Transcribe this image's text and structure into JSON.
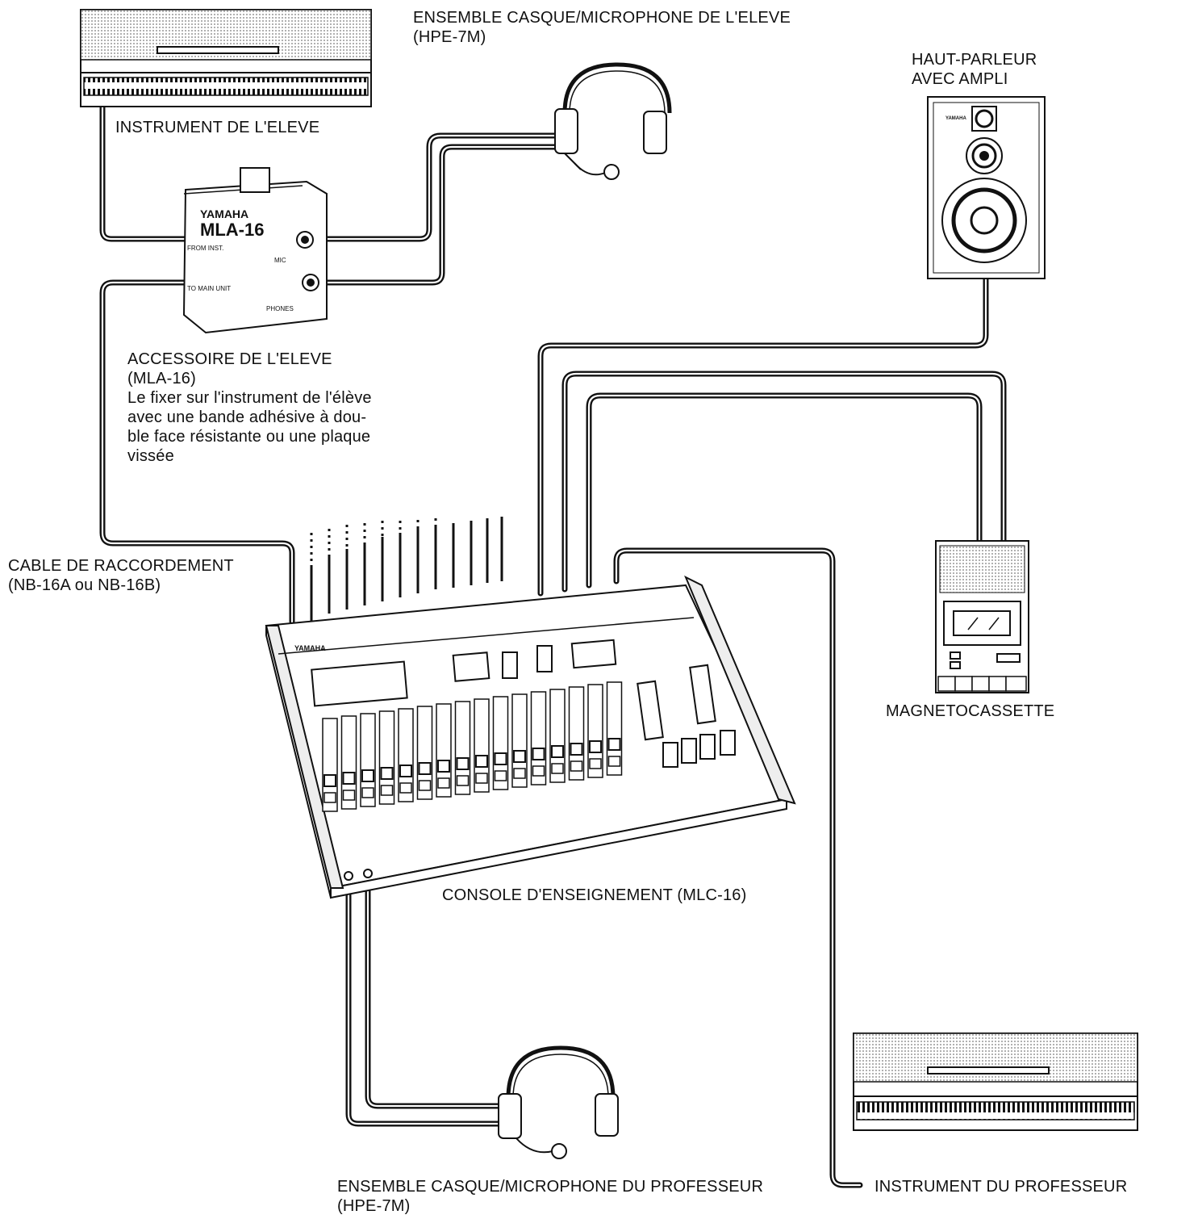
{
  "labels": {
    "student_headset": [
      "ENSEMBLE CASQUE/MICROPHONE DE L'ELEVE",
      "(HPE-7M)"
    ],
    "student_instrument": "INSTRUMENT DE L'ELEVE",
    "speaker": [
      "HAUT-PARLEUR",
      "AVEC AMPLI"
    ],
    "accessory": [
      "ACCESSOIRE DE L'ELEVE",
      "(MLA-16)"
    ],
    "accessory_note": [
      "Le fixer sur l'instrument de l'élève",
      "avec une bande adhésive à dou-",
      "ble face résistante ou une plaque",
      "vissée"
    ],
    "cable": [
      "CABLE DE RACCORDEMENT",
      "(NB-16A ou NB-16B)"
    ],
    "cassette": "MAGNETOCASSETTE",
    "console": "CONSOLE D'ENSEIGNEMENT (MLC-16)",
    "teacher_instrument": "INSTRUMENT DU PROFESSEUR",
    "teacher_headset": [
      "ENSEMBLE CASQUE/MICROPHONE DU PROFESSEUR",
      "(HPE-7M)"
    ]
  },
  "device_markings": {
    "mla_brand": "YAMAHA",
    "mla_model": "MLA-16",
    "mla_from_inst": "FROM INST.",
    "mla_mic": "MIC",
    "mla_to_main": "TO MAIN UNIT",
    "mla_phones": "PHONES",
    "console_brand": "YAMAHA",
    "speaker_brand": "YAMAHA"
  }
}
